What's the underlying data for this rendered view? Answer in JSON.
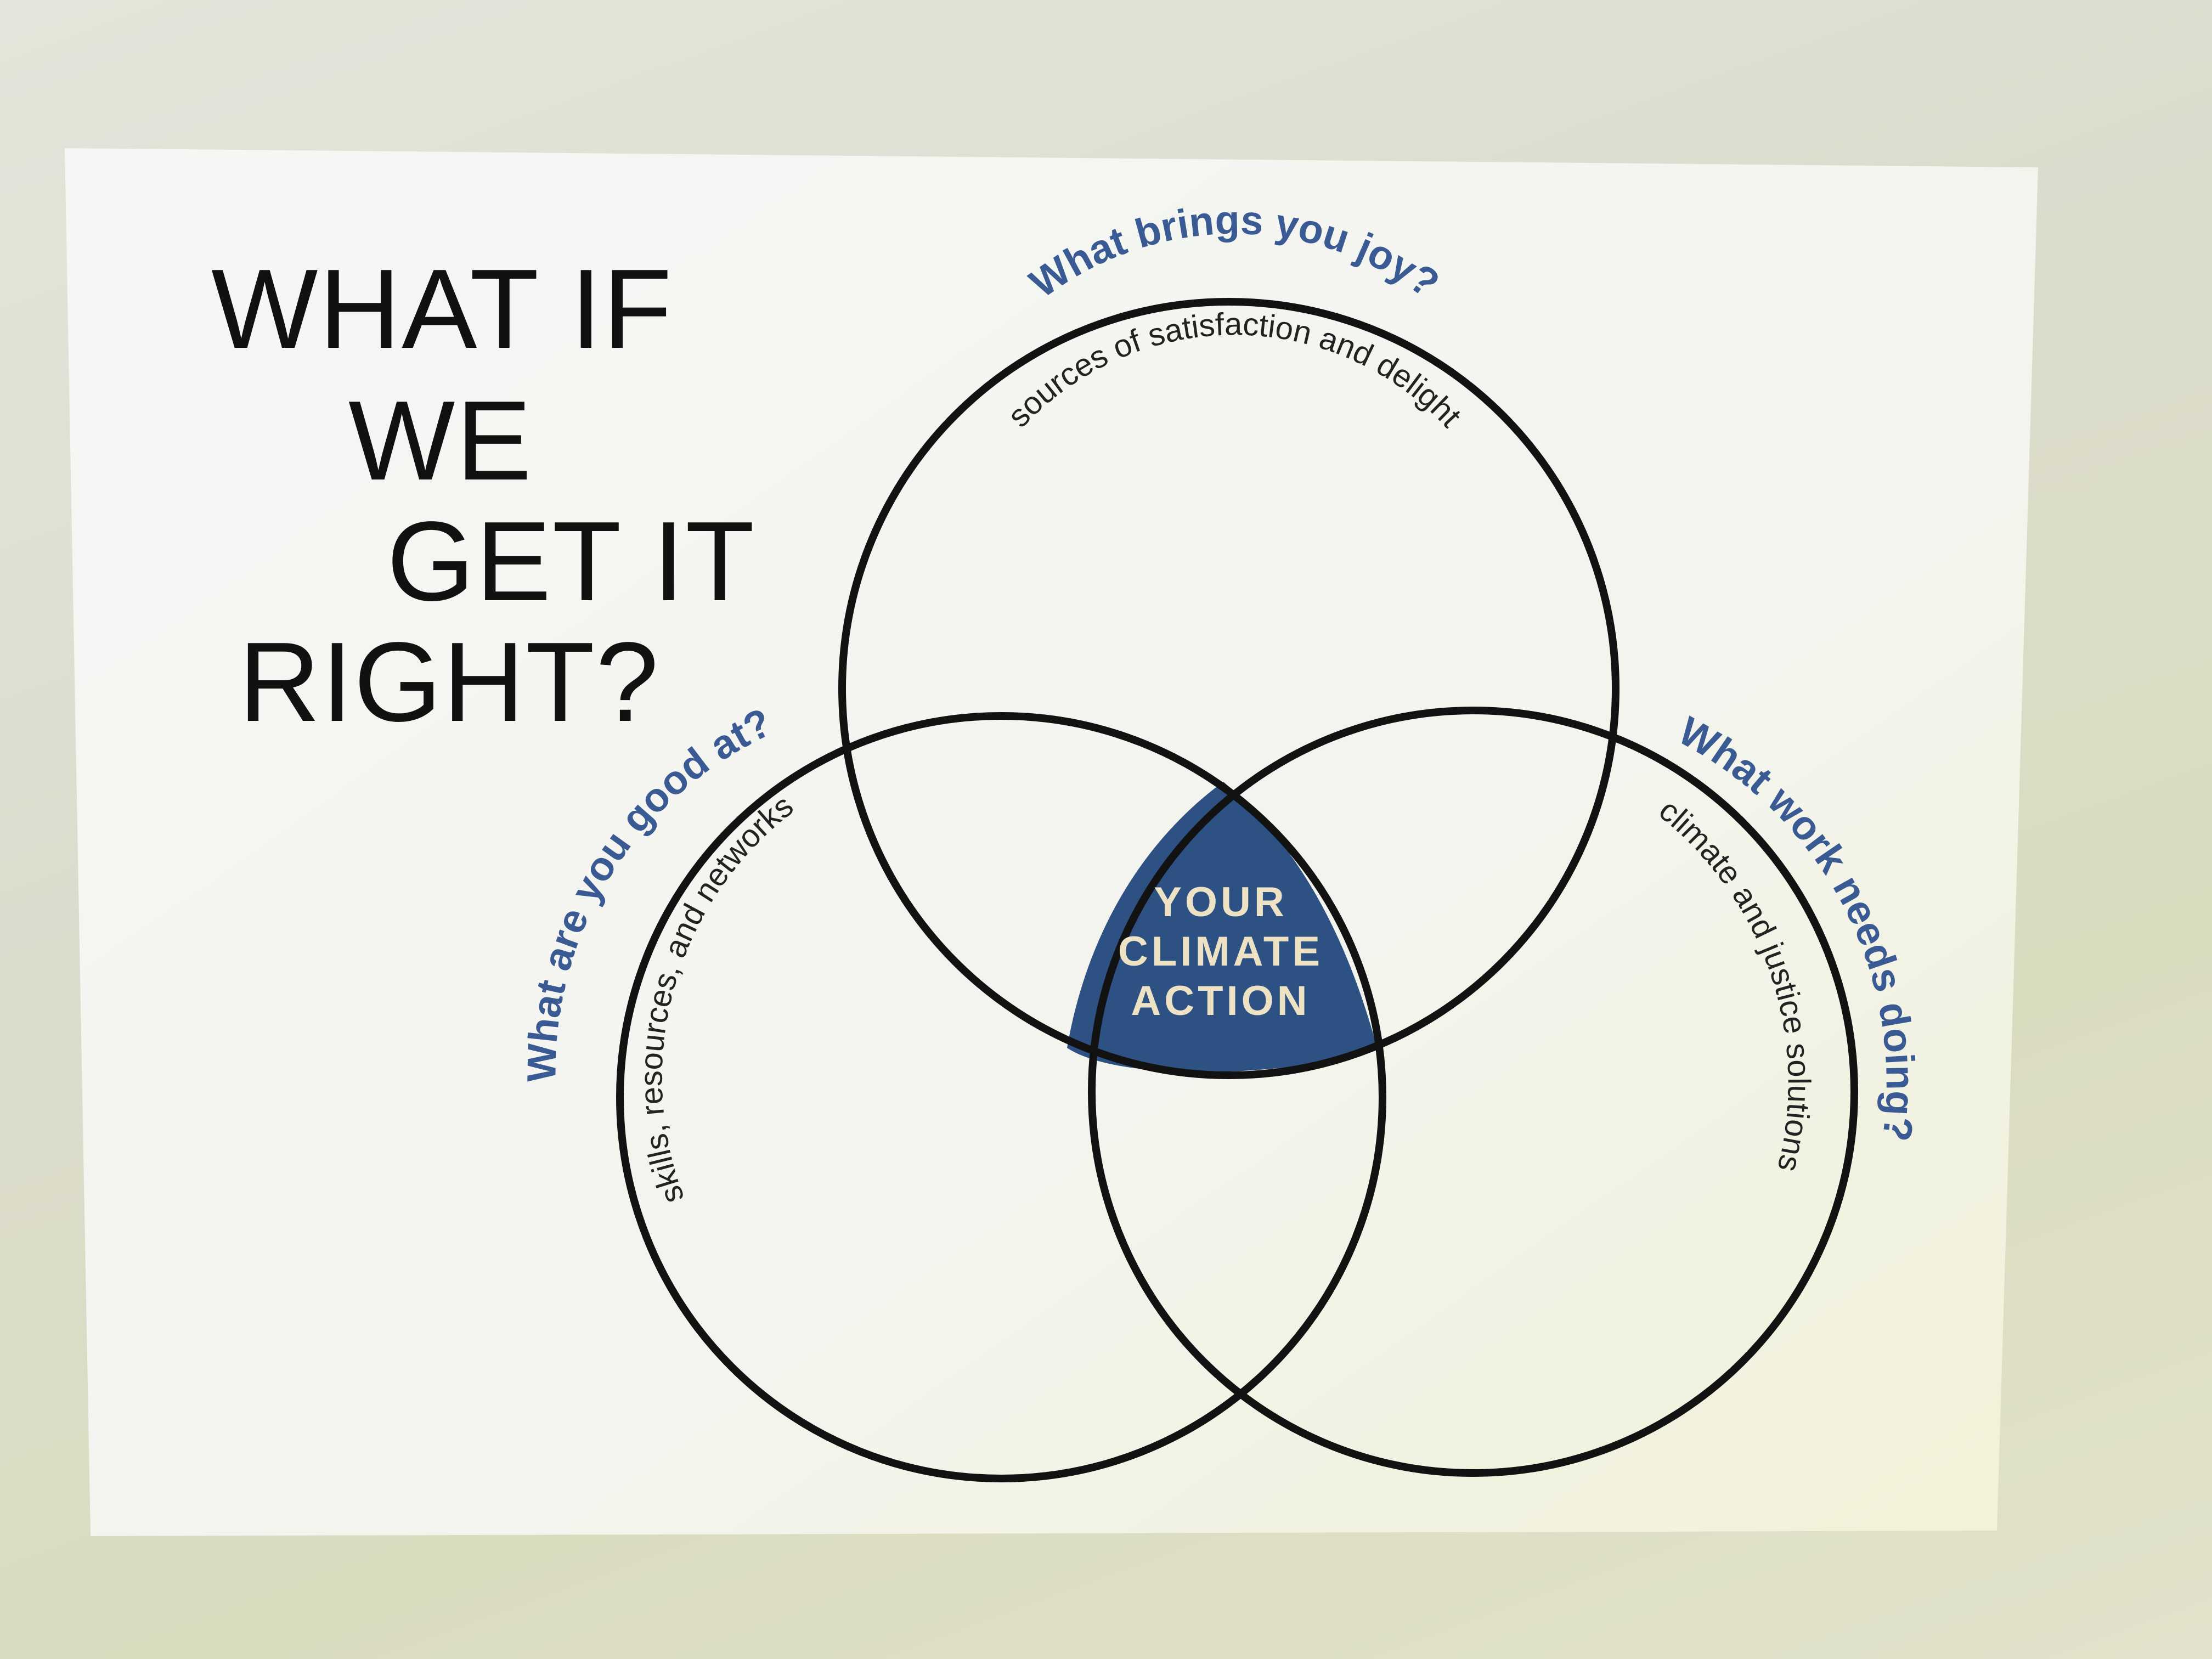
{
  "title": {
    "lines": [
      "WHAT IF",
      "WE",
      "GET IT",
      "RIGHT?"
    ]
  },
  "diagram": {
    "circles": [
      {
        "id": "joy",
        "question": "What brings you joy?",
        "description": "sources of satisfaction and delight"
      },
      {
        "id": "good",
        "question": "What are you good at?",
        "description": "skills, resources, and networks"
      },
      {
        "id": "work",
        "question": "What work needs doing?",
        "description": "climate and justice solutions"
      }
    ],
    "center": {
      "lines": [
        "YOUR",
        "CLIMATE",
        "ACTION"
      ]
    }
  },
  "colors": {
    "accent": "#3a5a93",
    "center_fill": "#2c5182",
    "center_text": "#ede3c4",
    "outline": "#121212",
    "card": "#f4f5f2"
  }
}
